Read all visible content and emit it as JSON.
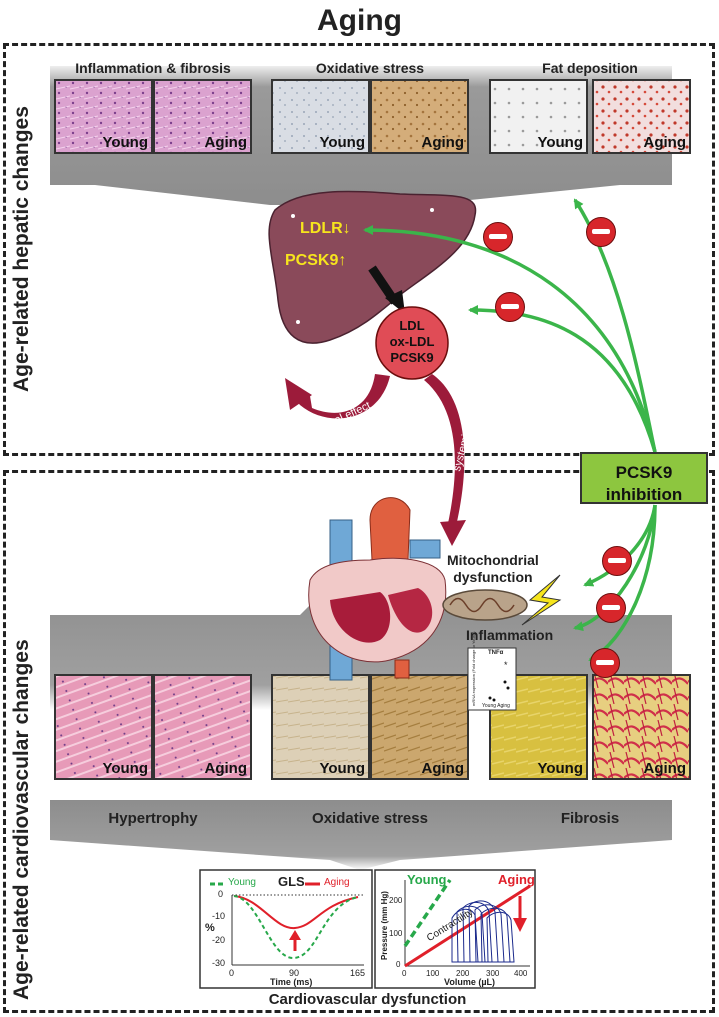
{
  "title": "Aging",
  "hepatic": {
    "side_label": "Age-related hepatic changes",
    "sections": [
      {
        "title": "Inflammation & fibrosis",
        "panels": [
          {
            "label": "Young"
          },
          {
            "label": "Aging"
          }
        ]
      },
      {
        "title": "Oxidative stress",
        "panels": [
          {
            "label": "Young"
          },
          {
            "label": "Aging"
          }
        ]
      },
      {
        "title": "Fat deposition",
        "panels": [
          {
            "label": "Young"
          },
          {
            "label": "Aging"
          }
        ]
      }
    ],
    "liver": {
      "ldlr": "LDLR",
      "pcsk9": "PCSK9",
      "ldlr_arrow": "down",
      "pcsk9_arrow": "up"
    },
    "ldl_bubble": {
      "line1": "LDL",
      "line2": "ox-LDL",
      "line3": "PCSK9"
    },
    "local_effect": "local effect",
    "systemic_effect": "systemic effect"
  },
  "pcsk9_box": {
    "line1": "PCSK9",
    "line2": "inhibition"
  },
  "cardio": {
    "side_label": "Age-related cardiovascular changes",
    "mito_label_1": "Mitochondrial",
    "mito_label_2": "dysfunction",
    "inflammation_label": "Inflammation",
    "inset": {
      "title": "TNFα",
      "ylabel": "mRNA expression (Fold change to Young)",
      "xlabels": "Young Aging",
      "star": "*"
    },
    "sections": [
      {
        "title": "Hypertrophy",
        "panels": [
          {
            "label": "Young"
          },
          {
            "label": "Aging"
          }
        ]
      },
      {
        "title": "Oxidative stress",
        "panels": [
          {
            "label": "Young"
          },
          {
            "label": "Aging"
          }
        ]
      },
      {
        "title": "Fibrosis",
        "panels": [
          {
            "label": "Young"
          },
          {
            "label": "Aging"
          }
        ]
      }
    ]
  },
  "gls_chart": {
    "title": "GLS",
    "legend_young": "Young",
    "legend_aging": "Aging",
    "ylabel": "%",
    "xlabel": "Time (ms)",
    "xticks": [
      "0",
      "90",
      "165"
    ],
    "yticks": [
      "0",
      "-10",
      "-20",
      "-30"
    ]
  },
  "pv_chart": {
    "ylabel": "Pressure (mm Hg)",
    "xlabel": "Volume (µL)",
    "xticks": [
      "0",
      "100",
      "200",
      "300",
      "400"
    ],
    "yticks": [
      "0",
      "100",
      "200"
    ],
    "young_label": "Young",
    "aging_label": "Aging",
    "contractility_label": "Contractility"
  },
  "bottom_caption": "Cardiovascular dysfunction",
  "colors": {
    "green": "#3bb54a",
    "red": "#d7262b",
    "crimson": "#9c1b3a",
    "liver": "#8a4a5a",
    "pcsk9_box": "#8dc63f"
  }
}
